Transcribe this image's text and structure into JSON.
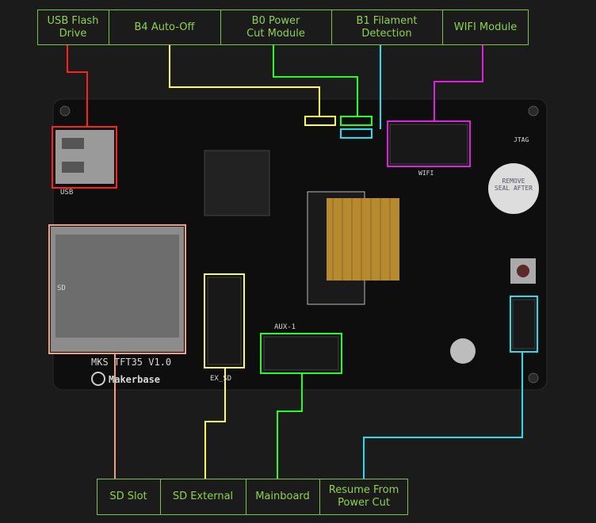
{
  "top_labels": [
    {
      "text": "USB Flash Drive",
      "line1": "USB Flash",
      "line2": "Drive",
      "color": "#ff2020"
    },
    {
      "text": "B4 Auto-Off",
      "color": "#ffff40"
    },
    {
      "text": "B0 Power Cut Module",
      "line1": "B0 Power",
      "line2": "Cut Module",
      "color": "#20ff20"
    },
    {
      "text": "B1 Filament Detection",
      "line1": "B1 Filament",
      "line2": "Detection",
      "color": "#20e0f0"
    },
    {
      "text": "WIFI Module",
      "color": "#e020e0"
    }
  ],
  "bottom_labels": [
    {
      "text": "SD Slot",
      "color": "#f0a080"
    },
    {
      "text": "SD External",
      "color": "#ffff40"
    },
    {
      "text": "Mainboard",
      "color": "#20ff20"
    },
    {
      "text": "Resume From Power Cut",
      "line1": "Resume From",
      "line2": "Power Cut",
      "color": "#20e0f0"
    }
  ],
  "board": {
    "model": "MKS TFT35 V1.0",
    "brand": "Makerbase",
    "usb": "USB",
    "sd": "SD",
    "ex_sd": "EX_SD",
    "aux": "AUX-1",
    "wifi": "WIFI",
    "jtag": "JTAG",
    "buzzer": "REMOVE SEAL AFTER"
  },
  "label_color": "#8fd14f"
}
